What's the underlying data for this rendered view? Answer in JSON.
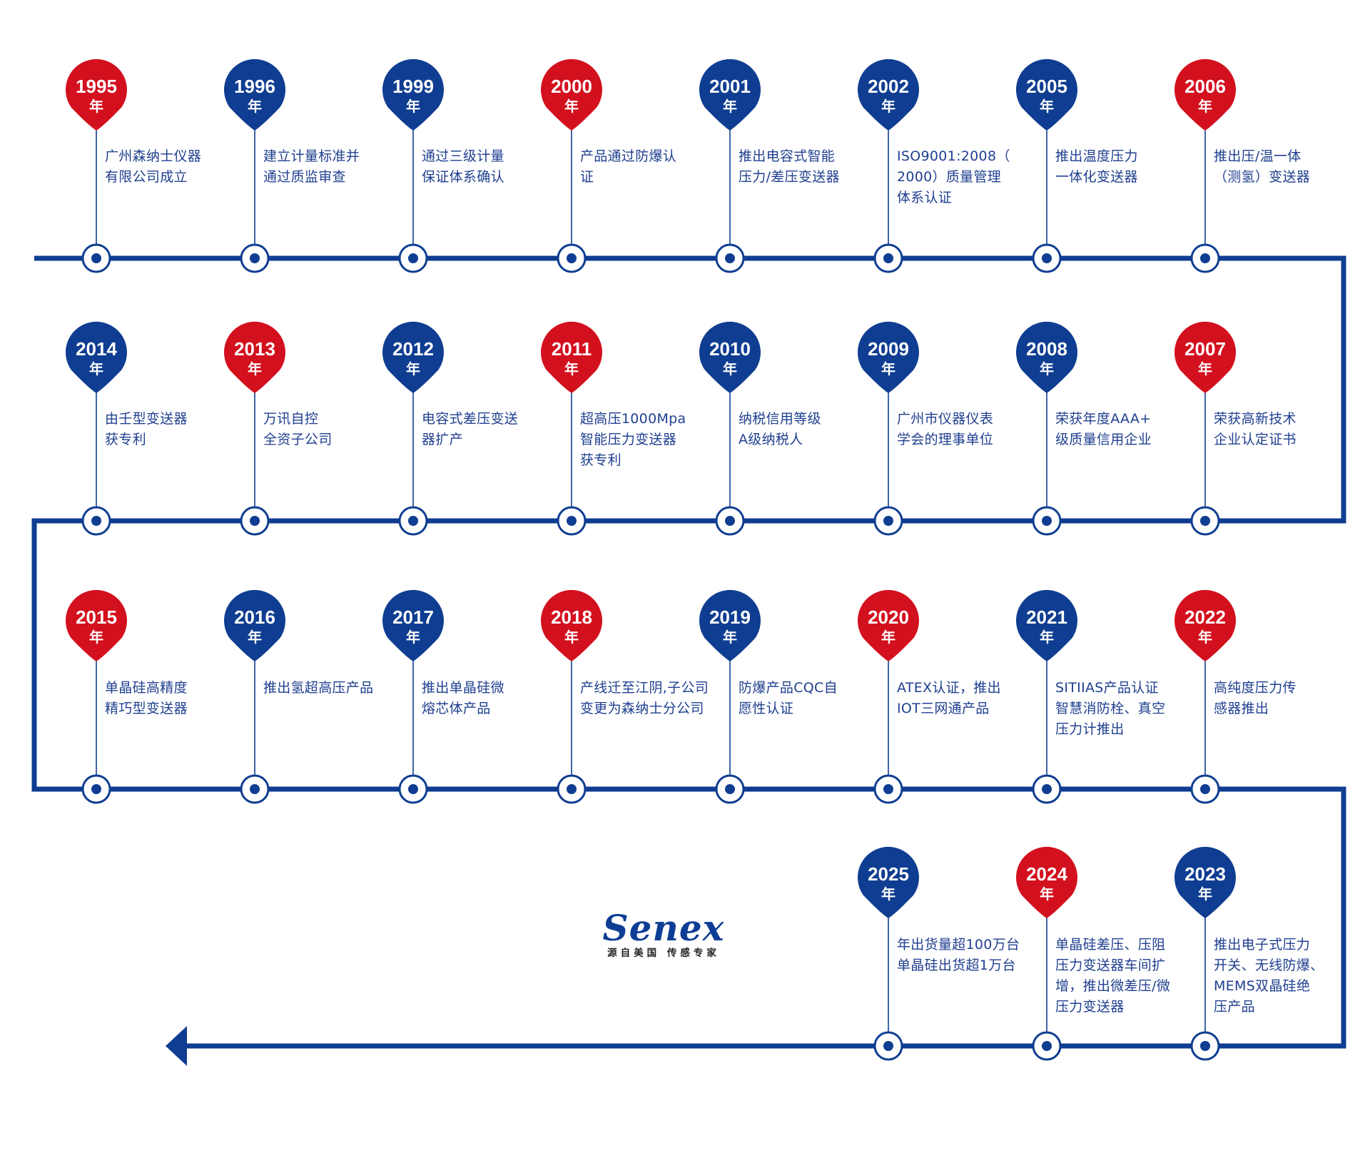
{
  "colors": {
    "blue": "#0f3d91",
    "red": "#d3101e",
    "text": "#1f3f8f",
    "white": "#ffffff"
  },
  "year_unit": "年",
  "events": [
    {
      "year": "1995",
      "color": "red",
      "lines": [
        "广州森纳士仪器",
        "有限公司成立"
      ]
    },
    {
      "year": "1996",
      "color": "blue",
      "lines": [
        "建立计量标准并",
        "通过质监审查"
      ]
    },
    {
      "year": "1999",
      "color": "blue",
      "lines": [
        "通过三级计量",
        "保证体系确认"
      ]
    },
    {
      "year": "2000",
      "color": "red",
      "lines": [
        "产品通过防爆认",
        "证"
      ]
    },
    {
      "year": "2001",
      "color": "blue",
      "lines": [
        "推出电容式智能",
        "压力/差压变送器"
      ]
    },
    {
      "year": "2002",
      "color": "blue",
      "lines": [
        "ISO9001:2008（",
        "2000）质量管理",
        "体系认证"
      ]
    },
    {
      "year": "2005",
      "color": "blue",
      "lines": [
        "推出温度压力",
        "一体化变送器"
      ]
    },
    {
      "year": "2006",
      "color": "red",
      "lines": [
        "推出压/温一体",
        "（测氢）变送器"
      ]
    },
    {
      "year": "2014",
      "color": "blue",
      "lines": [
        "由壬型变送器",
        "获专利"
      ]
    },
    {
      "year": "2013",
      "color": "red",
      "lines": [
        "万讯自控",
        "全资子公司"
      ]
    },
    {
      "year": "2012",
      "color": "blue",
      "lines": [
        "电容式差压变送",
        "器扩产"
      ]
    },
    {
      "year": "2011",
      "color": "red",
      "lines": [
        "超高压1000Mpa",
        "智能压力变送器",
        "获专利"
      ]
    },
    {
      "year": "2010",
      "color": "blue",
      "lines": [
        "纳税信用等级",
        "A级纳税人"
      ]
    },
    {
      "year": "2009",
      "color": "blue",
      "lines": [
        "广州市仪器仪表",
        "学会的理事单位"
      ]
    },
    {
      "year": "2008",
      "color": "blue",
      "lines": [
        "荣获年度AAA+",
        "级质量信用企业"
      ]
    },
    {
      "year": "2007",
      "color": "red",
      "lines": [
        "荣获高新技术",
        "企业认定证书"
      ]
    },
    {
      "year": "2015",
      "color": "red",
      "lines": [
        "单晶硅高精度",
        "精巧型变送器"
      ]
    },
    {
      "year": "2016",
      "color": "blue",
      "lines": [
        "推出氢超高压产品"
      ]
    },
    {
      "year": "2017",
      "color": "blue",
      "lines": [
        "推出单晶硅微",
        "熔芯体产品"
      ]
    },
    {
      "year": "2018",
      "color": "red",
      "lines": [
        "产线迁至江阴,子公司",
        "变更为森纳士分公司"
      ]
    },
    {
      "year": "2019",
      "color": "blue",
      "lines": [
        "防爆产品CQC自",
        "愿性认证"
      ]
    },
    {
      "year": "2020",
      "color": "red",
      "lines": [
        "ATEX认证，推出",
        "IOT三网通产品"
      ]
    },
    {
      "year": "2021",
      "color": "blue",
      "lines": [
        "SITIIAS产品认证",
        "智慧消防栓、真空",
        "压力计推出"
      ]
    },
    {
      "year": "2022",
      "color": "red",
      "lines": [
        "高纯度压力传",
        "感器推出"
      ]
    },
    {
      "year": "2025",
      "color": "blue",
      "lines": [
        "年出货量超100万台",
        "单晶硅出货超1万台"
      ]
    },
    {
      "year": "2024",
      "color": "red",
      "lines": [
        "单晶硅差压、压阻",
        "压力变送器车间扩",
        "增，推出微差压/微",
        "压力变送器"
      ]
    },
    {
      "year": "2023",
      "color": "blue",
      "lines": [
        "推出电子式压力",
        "开关、无线防爆、",
        "MEMS双晶硅绝",
        "压产品"
      ]
    }
  ],
  "logo": {
    "mark": "Senex",
    "tagline": "源自美国 传感专家"
  }
}
